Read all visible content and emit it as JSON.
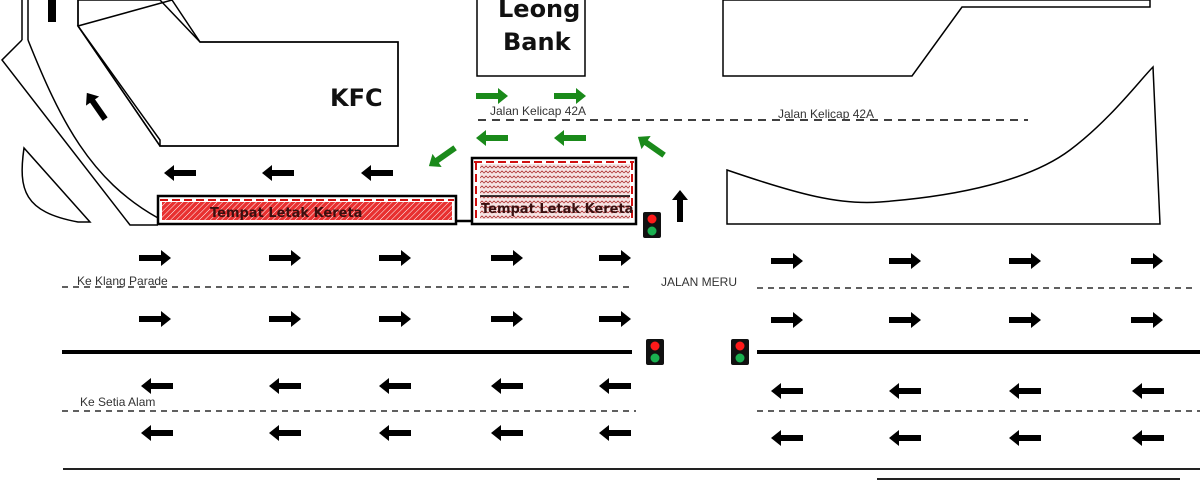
{
  "title": "Traffic layout around Jalan Meru",
  "colors": {
    "arrow_black": "#000000",
    "arrow_green": "#1a8a1a",
    "parking_red": "#e02020",
    "signal_red": "#ff1a1a",
    "signal_green": "#1ab050",
    "signal_body": "#111111"
  },
  "buildings": {
    "kfc": "KFC",
    "bank_line1": "Leong",
    "bank_line2": "Bank"
  },
  "roads": {
    "kelicap_left": "Jalan Kelicap 42A",
    "kelicap_right": "Jalan Kelicap 42A",
    "jalan_meru": "JALAN MERU",
    "ke_klang_parade": "Ke Klang Parade",
    "ke_setia_alam": "Ke Setia Alam"
  },
  "parking": {
    "left_label": "Tempat Letak Kereta",
    "right_label": "Tempat Letak Kereta"
  },
  "icons": {
    "arrow_right": "arrow-right-icon",
    "arrow_left": "arrow-left-icon",
    "arrow_up": "arrow-up-icon",
    "traffic_light": "traffic-light-icon"
  }
}
